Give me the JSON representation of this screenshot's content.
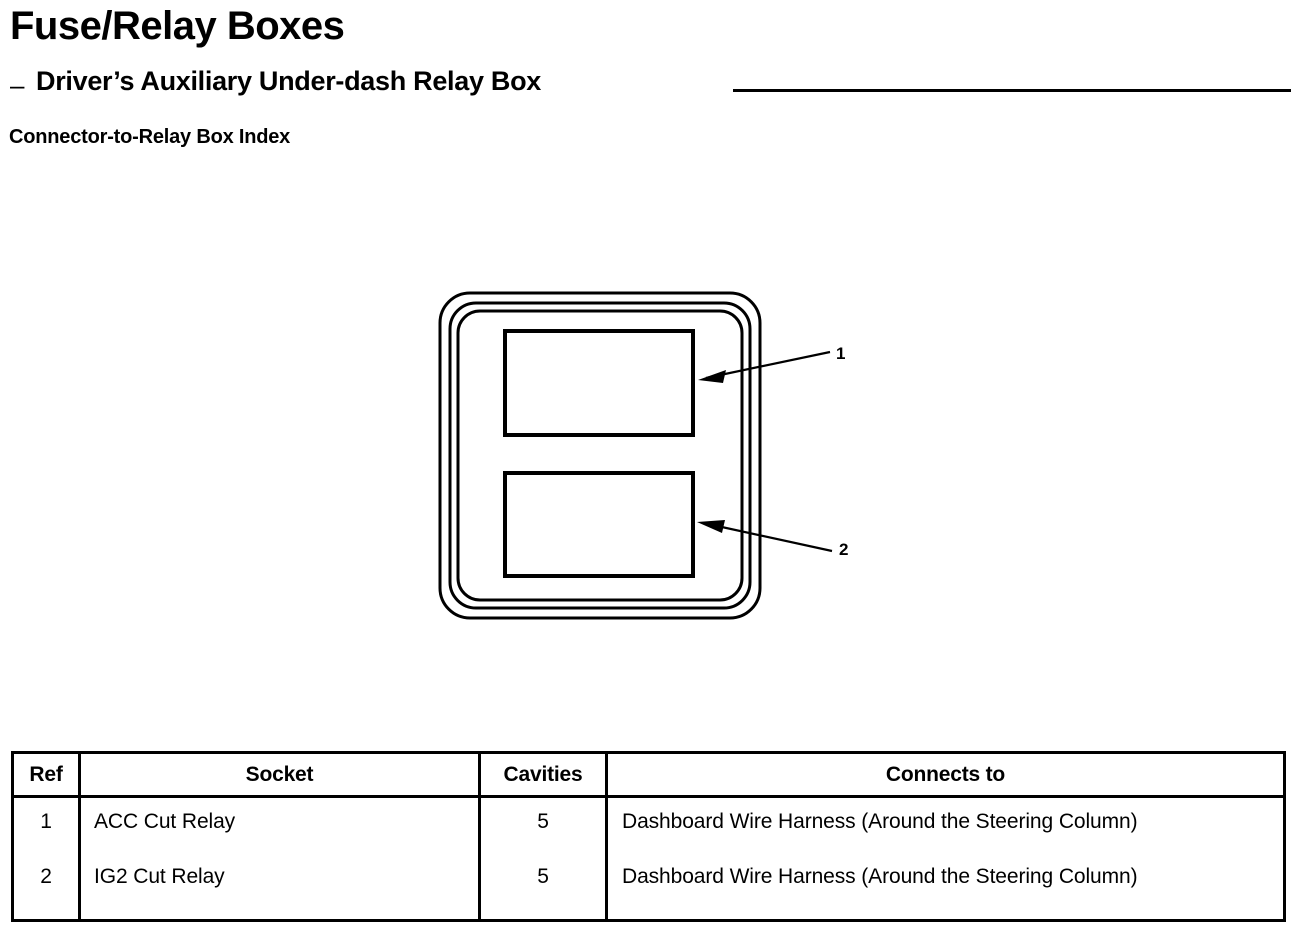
{
  "header": {
    "title": "Fuse/Relay Boxes",
    "dash": "–",
    "subtitle": "Driver’s Auxiliary Under-dash Relay Box",
    "section_label": "Connector-to-Relay Box Index"
  },
  "diagram": {
    "name": "drivers-auxiliary-under-dash-relay-box",
    "callouts": [
      {
        "label": "1",
        "points_to": "upper-relay-socket"
      },
      {
        "label": "2",
        "points_to": "lower-relay-socket"
      }
    ],
    "sockets": [
      {
        "ref": "1",
        "position": "upper"
      },
      {
        "ref": "2",
        "position": "lower"
      }
    ],
    "line_color": "#000000"
  },
  "table": {
    "headers": [
      "Ref",
      "Socket",
      "Cavities",
      "Connects to"
    ],
    "rows": [
      {
        "ref": "1",
        "socket": "ACC Cut Relay",
        "cavities": "5",
        "connects_to": "Dashboard Wire Harness (Around the Steering Column)"
      },
      {
        "ref": "2",
        "socket": "IG2 Cut Relay",
        "cavities": "5",
        "connects_to": "Dashboard Wire Harness (Around the Steering Column)"
      }
    ]
  }
}
